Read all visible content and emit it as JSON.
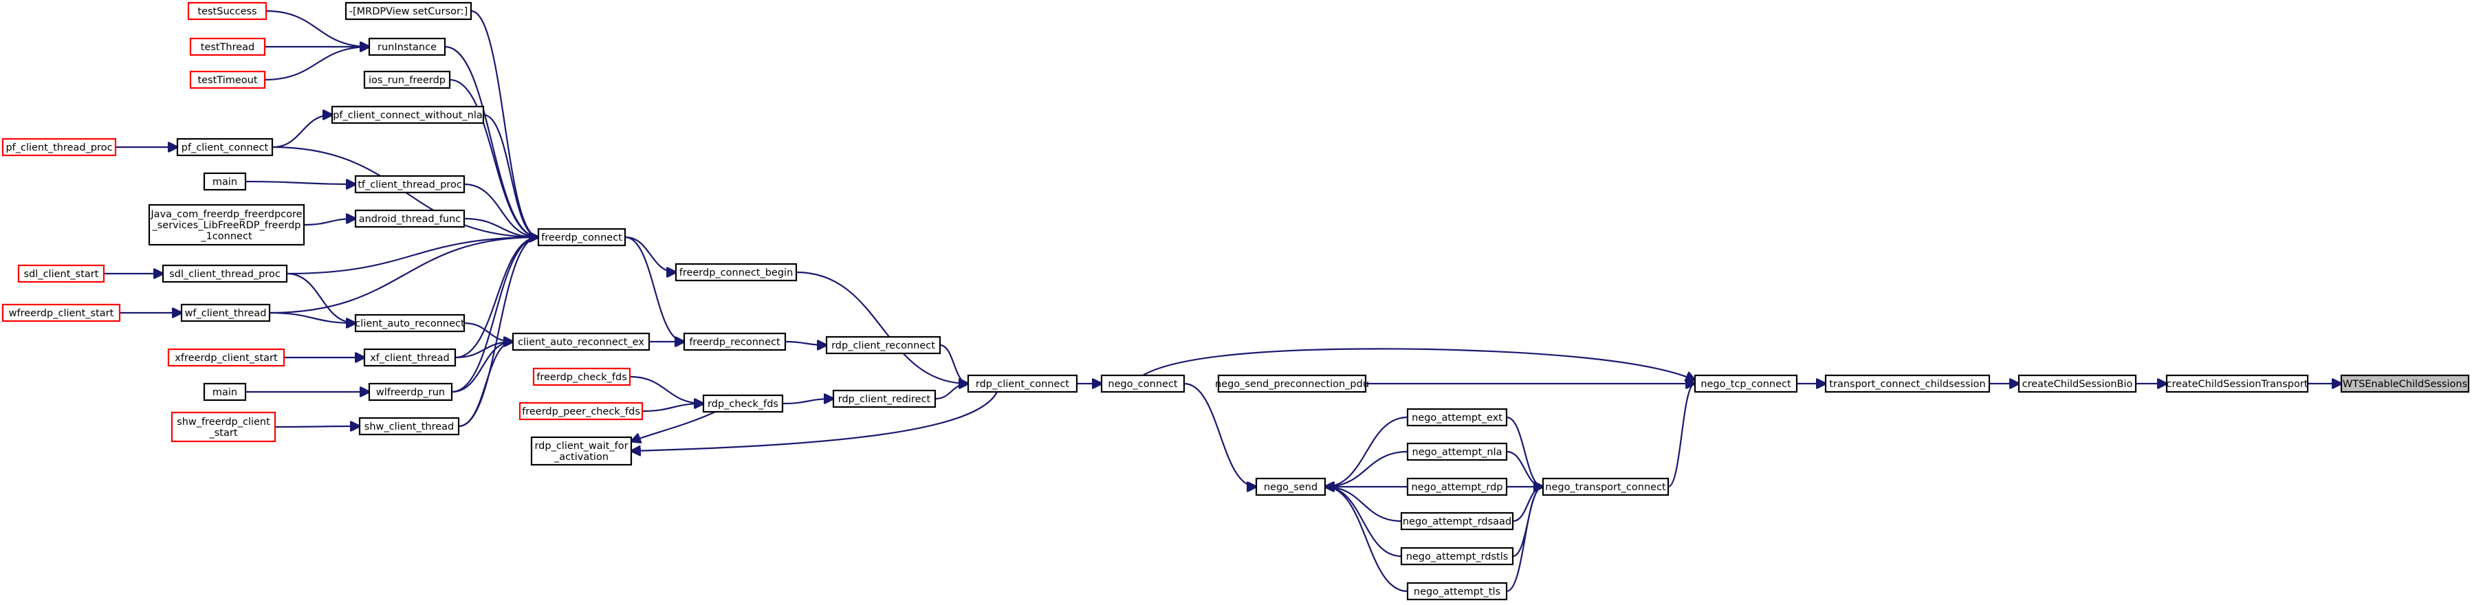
{
  "colors": {
    "edge": "#191970",
    "node_border": "#000000",
    "external_border": "#ff0000",
    "root_fill": "#bfbfbf",
    "node_fill": "#ffffff"
  },
  "nodes": [
    {
      "id": "wts_enable_child_sessions",
      "label": "WTSEnableChildSessions",
      "kind": "root"
    },
    {
      "id": "create_child_session_transport",
      "label": "createChildSessionTransport",
      "kind": "normal"
    },
    {
      "id": "create_child_session_bio",
      "label": "createChildSessionBio",
      "kind": "normal"
    },
    {
      "id": "transport_connect_childsession",
      "label": "transport_connect_childsession",
      "kind": "normal"
    },
    {
      "id": "nego_tcp_connect",
      "label": "nego_tcp_connect",
      "kind": "normal"
    },
    {
      "id": "nego_connect",
      "label": "nego_connect",
      "kind": "normal"
    },
    {
      "id": "nego_send_preconnection_pdu",
      "label": "nego_send_preconnection_pdu",
      "kind": "normal"
    },
    {
      "id": "nego_transport_connect",
      "label": "nego_transport_connect",
      "kind": "normal"
    },
    {
      "id": "nego_attempt_ext",
      "label": "nego_attempt_ext",
      "kind": "normal"
    },
    {
      "id": "nego_attempt_nla",
      "label": "nego_attempt_nla",
      "kind": "normal"
    },
    {
      "id": "nego_attempt_rdp",
      "label": "nego_attempt_rdp",
      "kind": "normal"
    },
    {
      "id": "nego_attempt_rdsaad",
      "label": "nego_attempt_rdsaad",
      "kind": "normal"
    },
    {
      "id": "nego_attempt_rdstls",
      "label": "nego_attempt_rdstls",
      "kind": "normal"
    },
    {
      "id": "nego_attempt_tls",
      "label": "nego_attempt_tls",
      "kind": "normal"
    },
    {
      "id": "nego_send",
      "label": "nego_send",
      "kind": "normal"
    },
    {
      "id": "rdp_client_connect",
      "label": "rdp_client_connect",
      "kind": "normal"
    },
    {
      "id": "freerdp_connect_begin",
      "label": "freerdp_connect_begin",
      "kind": "normal"
    },
    {
      "id": "rdp_client_reconnect",
      "label": "rdp_client_reconnect",
      "kind": "normal"
    },
    {
      "id": "rdp_client_redirect",
      "label": "rdp_client_redirect",
      "kind": "normal"
    },
    {
      "id": "rdp_check_fds",
      "label": "rdp_check_fds",
      "kind": "normal"
    },
    {
      "id": "freerdp_reconnect",
      "label": "freerdp_reconnect",
      "kind": "normal"
    },
    {
      "id": "freerdp_check_fds",
      "label": "freerdp_check_fds",
      "kind": "external"
    },
    {
      "id": "freerdp_peer_check_fds",
      "label": "freerdp_peer_check_fds",
      "kind": "external"
    },
    {
      "id": "rdp_client_wait_for_activation",
      "label": "rdp_client_wait_for\n_activation",
      "kind": "normal"
    },
    {
      "id": "freerdp_connect",
      "label": "freerdp_connect",
      "kind": "normal"
    },
    {
      "id": "client_auto_reconnect_ex",
      "label": "client_auto_reconnect_ex",
      "kind": "normal"
    },
    {
      "id": "minus_mrdpview_set_cursor",
      "label": "-[MRDPView setCursor:]",
      "kind": "normal"
    },
    {
      "id": "run_instance",
      "label": "runInstance",
      "kind": "normal"
    },
    {
      "id": "ios_run_freerdp",
      "label": "ios_run_freerdp",
      "kind": "normal"
    },
    {
      "id": "pf_client_connect_without_nla",
      "label": "pf_client_connect_without_nla",
      "kind": "normal"
    },
    {
      "id": "pf_client_connect",
      "label": "pf_client_connect",
      "kind": "normal"
    },
    {
      "id": "tf_client_thread_proc",
      "label": "tf_client_thread_proc",
      "kind": "normal"
    },
    {
      "id": "android_thread_func",
      "label": "android_thread_func",
      "kind": "normal"
    },
    {
      "id": "sdl_client_thread_proc",
      "label": "sdl_client_thread_proc",
      "kind": "normal"
    },
    {
      "id": "client_auto_reconnect",
      "label": "client_auto_reconnect",
      "kind": "normal"
    },
    {
      "id": "wf_client_thread",
      "label": "wf_client_thread",
      "kind": "normal"
    },
    {
      "id": "xf_client_thread",
      "label": "xf_client_thread",
      "kind": "normal"
    },
    {
      "id": "wlfreerdp_run",
      "label": "wlfreerdp_run",
      "kind": "normal"
    },
    {
      "id": "shw_client_thread",
      "label": "shw_client_thread",
      "kind": "normal"
    },
    {
      "id": "test_success",
      "label": "testSuccess",
      "kind": "external"
    },
    {
      "id": "test_thread",
      "label": "testThread",
      "kind": "external"
    },
    {
      "id": "test_timeout",
      "label": "testTimeout",
      "kind": "external"
    },
    {
      "id": "pf_client_thread_proc",
      "label": "pf_client_thread_proc",
      "kind": "external"
    },
    {
      "id": "main_tf",
      "label": "main",
      "kind": "normal"
    },
    {
      "id": "java_connect",
      "label": "Java_com_freerdp_freerdpcore\n_services_LibFreeRDP_freerdp\n_1connect",
      "kind": "normal"
    },
    {
      "id": "sdl_client_start",
      "label": "sdl_client_start",
      "kind": "external"
    },
    {
      "id": "wfreerdp_client_start",
      "label": "wfreerdp_client_start",
      "kind": "external"
    },
    {
      "id": "xfreerdp_client_start",
      "label": "xfreerdp_client_start",
      "kind": "external"
    },
    {
      "id": "main_wl",
      "label": "main",
      "kind": "normal"
    },
    {
      "id": "shw_freerdp_client_start",
      "label": "shw_freerdp_client\n_start",
      "kind": "external"
    }
  ],
  "edges": [
    [
      "create_child_session_transport",
      "wts_enable_child_sessions"
    ],
    [
      "create_child_session_bio",
      "create_child_session_transport"
    ],
    [
      "transport_connect_childsession",
      "create_child_session_bio"
    ],
    [
      "nego_tcp_connect",
      "transport_connect_childsession"
    ],
    [
      "nego_connect",
      "nego_tcp_connect"
    ],
    [
      "nego_send_preconnection_pdu",
      "nego_tcp_connect"
    ],
    [
      "nego_transport_connect",
      "nego_tcp_connect"
    ],
    [
      "rdp_client_connect",
      "nego_connect"
    ],
    [
      "nego_connect",
      "nego_send"
    ],
    [
      "nego_attempt_ext",
      "nego_transport_connect"
    ],
    [
      "nego_attempt_nla",
      "nego_transport_connect"
    ],
    [
      "nego_attempt_rdp",
      "nego_transport_connect"
    ],
    [
      "nego_attempt_rdsaad",
      "nego_transport_connect"
    ],
    [
      "nego_attempt_rdstls",
      "nego_transport_connect"
    ],
    [
      "nego_attempt_tls",
      "nego_transport_connect"
    ],
    [
      "nego_attempt_ext",
      "nego_send"
    ],
    [
      "nego_attempt_nla",
      "nego_send"
    ],
    [
      "nego_attempt_rdp",
      "nego_send"
    ],
    [
      "nego_attempt_rdsaad",
      "nego_send"
    ],
    [
      "nego_attempt_rdstls",
      "nego_send"
    ],
    [
      "nego_attempt_tls",
      "nego_send"
    ],
    [
      "freerdp_connect_begin",
      "rdp_client_connect"
    ],
    [
      "rdp_client_reconnect",
      "rdp_client_connect"
    ],
    [
      "rdp_client_redirect",
      "rdp_client_connect"
    ],
    [
      "rdp_client_connect",
      "rdp_client_wait_for_activation"
    ],
    [
      "freerdp_reconnect",
      "rdp_client_reconnect"
    ],
    [
      "rdp_check_fds",
      "rdp_client_redirect"
    ],
    [
      "freerdp_check_fds",
      "rdp_check_fds"
    ],
    [
      "freerdp_peer_check_fds",
      "rdp_check_fds"
    ],
    [
      "rdp_check_fds",
      "rdp_client_wait_for_activation"
    ],
    [
      "freerdp_connect",
      "freerdp_connect_begin"
    ],
    [
      "freerdp_connect",
      "freerdp_reconnect"
    ],
    [
      "client_auto_reconnect_ex",
      "freerdp_reconnect"
    ],
    [
      "minus_mrdpview_set_cursor",
      "freerdp_connect"
    ],
    [
      "run_instance",
      "freerdp_connect"
    ],
    [
      "ios_run_freerdp",
      "freerdp_connect"
    ],
    [
      "pf_client_connect_without_nla",
      "freerdp_connect"
    ],
    [
      "pf_client_connect",
      "freerdp_connect"
    ],
    [
      "tf_client_thread_proc",
      "freerdp_connect"
    ],
    [
      "android_thread_func",
      "freerdp_connect"
    ],
    [
      "sdl_client_thread_proc",
      "freerdp_connect"
    ],
    [
      "wf_client_thread",
      "freerdp_connect"
    ],
    [
      "xf_client_thread",
      "freerdp_connect"
    ],
    [
      "wlfreerdp_run",
      "freerdp_connect"
    ],
    [
      "shw_client_thread",
      "freerdp_connect"
    ],
    [
      "client_auto_reconnect",
      "client_auto_reconnect_ex"
    ],
    [
      "xf_client_thread",
      "client_auto_reconnect_ex"
    ],
    [
      "wlfreerdp_run",
      "client_auto_reconnect_ex"
    ],
    [
      "shw_client_thread",
      "client_auto_reconnect_ex"
    ],
    [
      "sdl_client_thread_proc",
      "client_auto_reconnect"
    ],
    [
      "wf_client_thread",
      "client_auto_reconnect"
    ],
    [
      "test_success",
      "run_instance"
    ],
    [
      "test_thread",
      "run_instance"
    ],
    [
      "test_timeout",
      "run_instance"
    ],
    [
      "pf_client_connect",
      "pf_client_connect_without_nla"
    ],
    [
      "pf_client_thread_proc",
      "pf_client_connect"
    ],
    [
      "main_tf",
      "tf_client_thread_proc"
    ],
    [
      "java_connect",
      "android_thread_func"
    ],
    [
      "sdl_client_start",
      "sdl_client_thread_proc"
    ],
    [
      "wfreerdp_client_start",
      "wf_client_thread"
    ],
    [
      "xfreerdp_client_start",
      "xf_client_thread"
    ],
    [
      "main_wl",
      "wlfreerdp_run"
    ],
    [
      "shw_freerdp_client_start",
      "shw_client_thread"
    ]
  ]
}
